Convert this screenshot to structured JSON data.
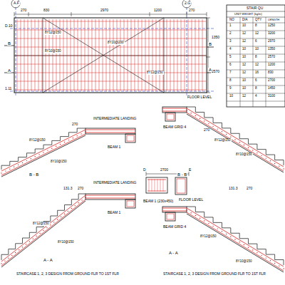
{
  "diagram": {
    "labels": [
      "A.F",
      "2.G",
      "270",
      "830",
      "2970",
      "1200",
      "270",
      "D.10",
      "1.11",
      "1350",
      "2570",
      "B",
      "B",
      "A",
      "A",
      "8Y12@150",
      "8Y10@150",
      "8Y10@200",
      "8Y12@150",
      "STAIR QU",
      "UNIT WEIGHT (kg/m)",
      "NO",
      "DIA",
      "QTY",
      "LENGTH",
      "1",
      "10",
      "8",
      "1250",
      "2",
      "12",
      "12",
      "3200",
      "3",
      "12",
      "6",
      "2970",
      "4",
      "10",
      "10",
      "1350",
      "5",
      "10",
      "8",
      "2570",
      "6",
      "12",
      "12",
      "1200",
      "7",
      "12",
      "16",
      "830",
      "8",
      "10",
      "6",
      "2700",
      "9",
      "10",
      "8",
      "1450",
      "10",
      "12",
      "4",
      "3100",
      "270",
      "INTERMEDIATE LANDING",
      "BEAM 1",
      "B - B",
      "8Y12@150",
      "8Y10@150",
      "131.3",
      "270",
      "INTERMEDIATE LANDING",
      "BEAM 1",
      "A - A",
      "STAIRCASE 1, 2, 3 DESIGN FROM GROUND FLR TO 1ST FLR",
      "8Y12@150",
      "8Y10@150",
      "D",
      "E",
      "2700",
      "BEAM 1 (230x450)",
      "FLOOR LEVEL",
      "270",
      "BEAM GRID 4",
      "B - B",
      "8Y12@150",
      "8Y10@150",
      "FLOOR LEVEL",
      "131.3",
      "270",
      "A - A",
      "BEAM GRID 4",
      "STAIRCASE 1, 2, 3 DESIGN FROM GROUND FLR TO 1ST FLR",
      "8Y12@150",
      "8Y10@150"
    ]
  }
}
